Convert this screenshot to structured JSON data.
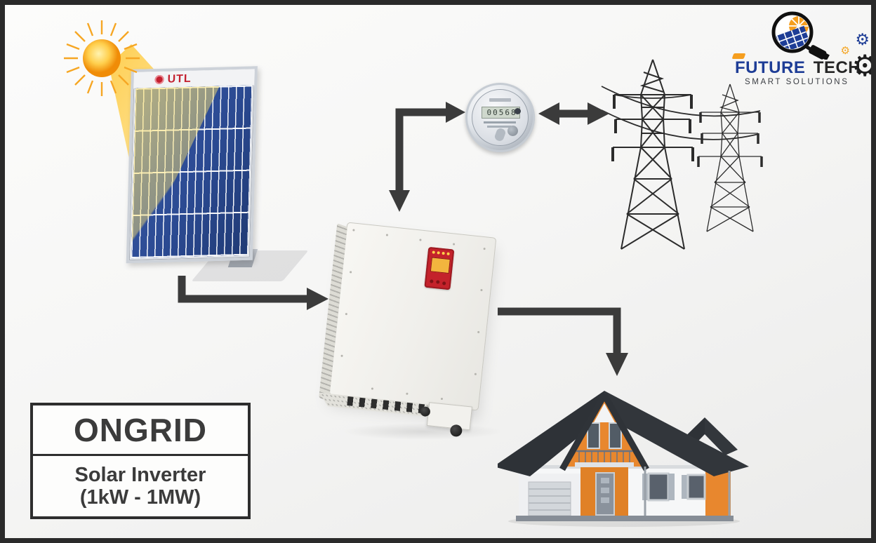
{
  "canvas": {
    "frame_color": "#2a2a2a",
    "bg_top": "#fcfcfb",
    "bg_bottom": "#ebebea"
  },
  "logo": {
    "brand_first": "FUTURE",
    "brand_second": "TECH",
    "tagline": "SMART SOLUTIONS",
    "colors": {
      "blue": "#1e3d96",
      "orange": "#f59e1f",
      "dark": "#262626"
    }
  },
  "label_box": {
    "title": "ONGRID",
    "subtitle_line1": "Solar Inverter",
    "subtitle_line2": "(1kW - 1MW)",
    "border_color": "#2e2e2e",
    "text_color": "#3b3b3b"
  },
  "solar_panel": {
    "brand": "UTL",
    "brand_color": "#c3202f",
    "cell_color": "#2e4d9b"
  },
  "meter": {
    "reading": "00568"
  },
  "icons": {
    "gear": "⚙"
  },
  "diagram": {
    "arrow_color": "#3b3b3b",
    "sun_color": "#f6a623",
    "house_accent": "#e8872e",
    "roof_color": "#32363b",
    "nodes": [
      {
        "id": "sun",
        "name": "sun-icon"
      },
      {
        "id": "solar-panel",
        "name": "utl-solar-panel"
      },
      {
        "id": "inverter",
        "name": "ongrid-solar-inverter"
      },
      {
        "id": "energy-meter",
        "name": "energy-meter"
      },
      {
        "id": "grid-towers",
        "name": "transmission-towers"
      },
      {
        "id": "house",
        "name": "house"
      }
    ],
    "edges": [
      {
        "from": "sun",
        "to": "solar-panel",
        "style": "light-beam"
      },
      {
        "from": "solar-panel",
        "to": "inverter",
        "style": "arrow"
      },
      {
        "from": "inverter",
        "to": "energy-meter",
        "style": "double-arrow"
      },
      {
        "from": "energy-meter",
        "to": "grid-towers",
        "style": "double-arrow"
      },
      {
        "from": "inverter",
        "to": "house",
        "style": "arrow"
      }
    ]
  }
}
